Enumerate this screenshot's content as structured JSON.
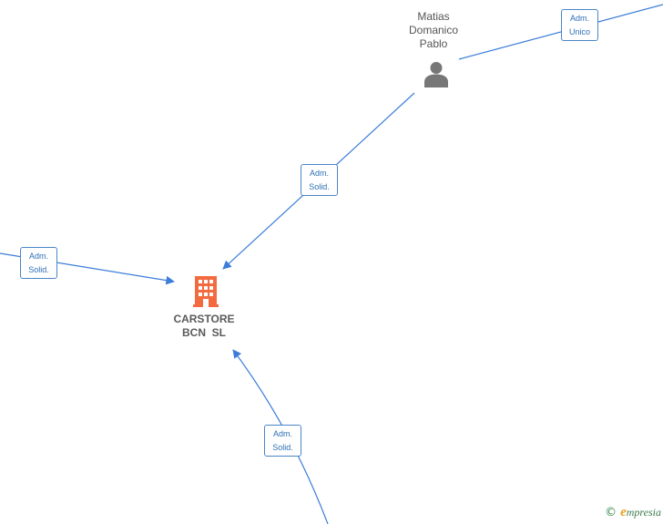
{
  "diagram": {
    "person": {
      "name_line1": "Matias",
      "name_line2": "Domanico",
      "name_line3": "Pablo",
      "icon": "person-icon"
    },
    "company": {
      "name_line1": "CARSTORE",
      "name_line2": "BCN  SL",
      "icon": "building-icon"
    },
    "edges": [
      {
        "line1": "Adm.",
        "line2": "Unico"
      },
      {
        "line1": "Adm.",
        "line2": "Solid."
      },
      {
        "line1": "Adm.",
        "line2": "Solid."
      },
      {
        "line1": "Adm.",
        "line2": "Solid."
      }
    ],
    "colors": {
      "edge": "#3b7dd8",
      "company_icon": "#f26a3d",
      "person_icon": "#777777"
    }
  },
  "brand": {
    "copyright": "©",
    "name_first": "e",
    "name_rest": "mpresia"
  }
}
